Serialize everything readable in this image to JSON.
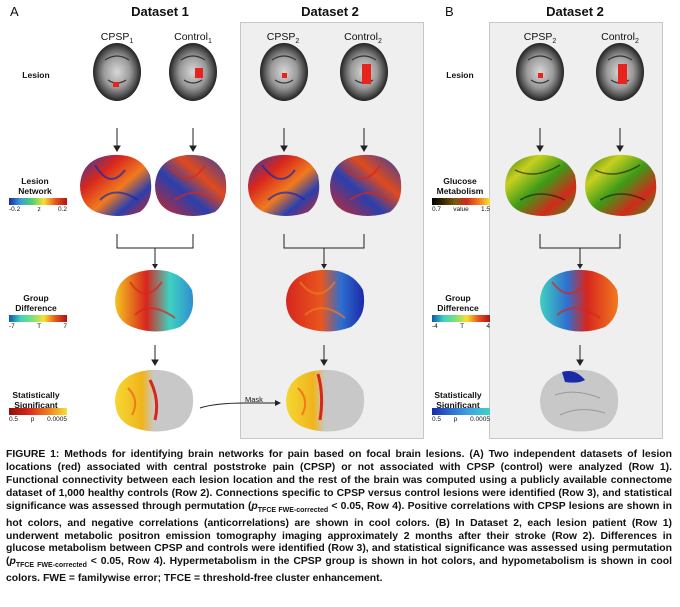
{
  "panels": {
    "a": {
      "letter": "A",
      "dataset1_title": "Dataset 1",
      "dataset2_title": "Dataset 2",
      "columns": [
        "CPSP",
        "Control",
        "CPSP",
        "Control"
      ],
      "column_subscripts": [
        "1",
        "1",
        "2",
        "2"
      ]
    },
    "b": {
      "letter": "B",
      "title": "Dataset 2",
      "columns": [
        "CPSP",
        "Control"
      ],
      "column_subscripts": [
        "2",
        "2"
      ]
    }
  },
  "row_labels_a": {
    "lesion": "Lesion",
    "lesion_network": "Lesion Network",
    "group_difference": "Group Difference",
    "stat_sig": "Statistically Significant"
  },
  "row_labels_b": {
    "lesion": "Lesion",
    "glucose": "Glucose Metabolism",
    "group_difference": "Group Difference",
    "stat_sig": "Statistically Significant"
  },
  "scales": {
    "lesion_network": {
      "min": "-0.2",
      "mid": "z",
      "max": "0.2"
    },
    "group_diff_a": {
      "min": "-7",
      "mid": "T",
      "max": "7"
    },
    "stat_sig_a": {
      "min": "0.5",
      "mid": "p",
      "max": "0.0005"
    },
    "glucose": {
      "min": "0.7",
      "mid": "value",
      "max": "1.5"
    },
    "group_diff_b": {
      "min": "-4",
      "mid": "T",
      "max": "4"
    },
    "stat_sig_b": {
      "min": "0.5",
      "mid": "p",
      "max": "0.0005"
    }
  },
  "mask_label": "Mask",
  "colors": {
    "hot": "#d7261e",
    "cool": "#2a3fae",
    "lesion_red": "#e8231e",
    "panel_grey": "#efefef"
  },
  "caption": {
    "p1": "FIGURE 1: Methods for identifying brain networks for pain based on focal brain lesions. (A) Two independent datasets of lesion locations (red) associated with central poststroke pain (CPSP) or not associated with CPSP (control) were analyzed (Row 1). Functional connectivity between each lesion location and the rest of the brain was computed using a publicly available connectome dataset of 1,000 healthy controls (Row 2). Connections specific to CPSP versus control lesions were identified (Row 3), and statistical significance was assessed through permutation (",
    "p_sym1": "p",
    "p_sub1": "TFCE FWE-corrected",
    "p2": " < 0.05, Row 4). Positive correlations with CPSP lesions are shown in hot colors, and negative correlations (anticorrelations) are shown in cool colors. (B) In Dataset 2, each lesion patient (Row 1) underwent metabolic positron emission tomography imaging approximately 2 months after their stroke (Row 2). Differences in glucose metabolism between CPSP and controls were identified (Row 3), and statistical significance was assessed using permutation (",
    "p_sym2": "p",
    "p_sub2": "TFCE FWE-corrected",
    "p3": " < 0.05, Row 4). Hypermetabolism in the CPSP group is shown in hot colors, and hypometabolism is shown in cool colors. FWE = familywise error; TFCE = threshold-free cluster enhancement."
  }
}
